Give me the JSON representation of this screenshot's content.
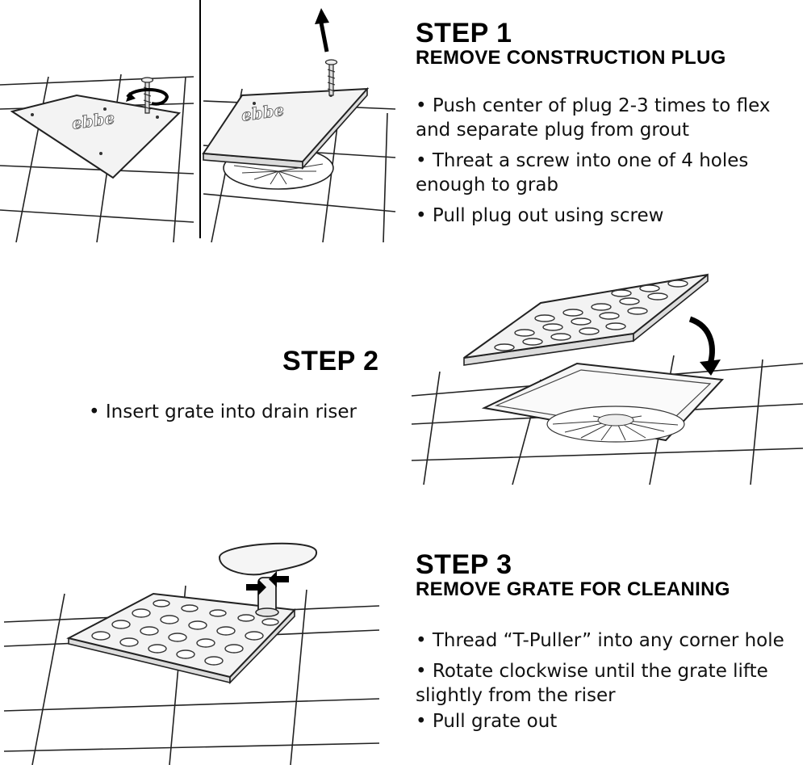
{
  "step1": {
    "title": "STEP 1",
    "subtitle": "REMOVE CONSTRUCTION PLUG",
    "bullets": [
      "• Push center of plug 2-3 times to flex and separate plug from grout",
      "• Threat a screw into one of 4 holes enough to grab",
      "• Pull plug out using screw"
    ]
  },
  "step2": {
    "title": "STEP 2",
    "bullets": [
      "• Insert grate into drain riser"
    ]
  },
  "step3": {
    "title": "STEP 3",
    "subtitle": "REMOVE GRATE FOR CLEANING",
    "bullets": [
      "• Thread “T-Puller” into any corner hole",
      "• Rotate clockwise until the grate lifte slightly from the riser",
      "• Pull grate out"
    ]
  },
  "plug_logo": "ebbe",
  "colors": {
    "ink": "#111111",
    "paper": "#ffffff",
    "plug": "#f3f3f3"
  }
}
